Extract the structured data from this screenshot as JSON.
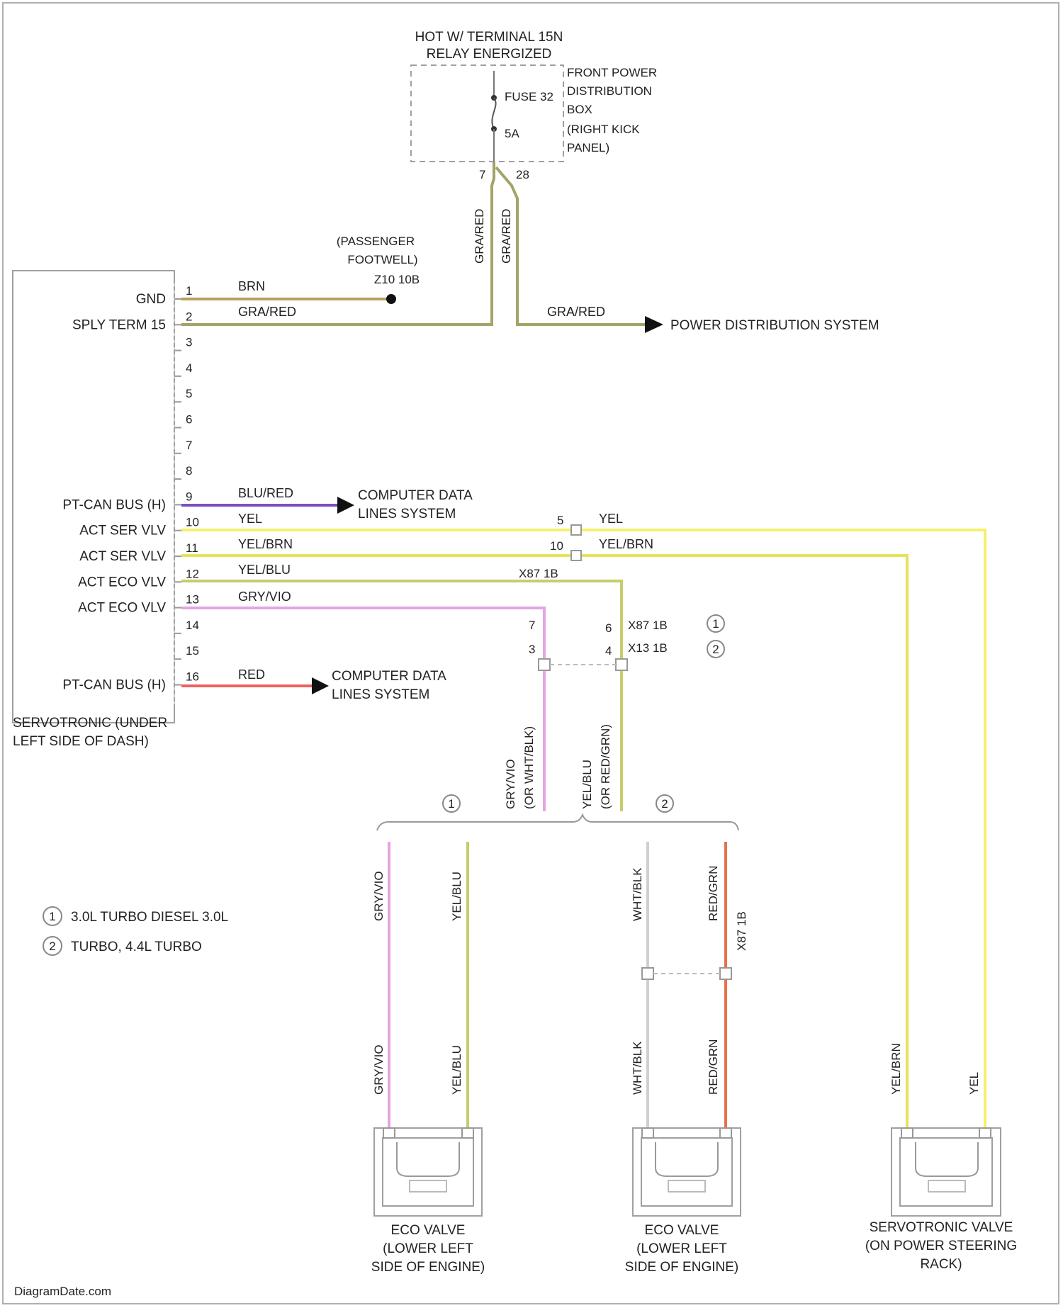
{
  "source": "DiagramDate.com",
  "colors": {
    "brn": "#b8a060",
    "gra_red": "#a3a36a",
    "blu_red": "#7b4fc0",
    "yel": "#f4f16a",
    "yel_brn": "#e6e35a",
    "yel_blu": "#c8cc6c",
    "gry_vio": "#e3a5e3",
    "red": "#f06060",
    "red_grn": "#e8704e",
    "wht_blk": "#cfcfcf",
    "box": "#999999"
  },
  "relay": {
    "title": [
      "HOT W/ TERMINAL 15N",
      "RELAY ENERGIZED"
    ],
    "fuse": "FUSE 32",
    "amps": "5A",
    "pin_left": "7",
    "pin_right": "28",
    "location": [
      "FRONT POWER",
      "DISTRIBUTION",
      "BOX",
      "(RIGHT KICK",
      "PANEL)"
    ]
  },
  "ground": {
    "location": [
      "(PASSENGER",
      "FOOTWELL)"
    ],
    "id": "Z10 10B"
  },
  "module": {
    "name": [
      "SERVOTRONIC (UNDER",
      "LEFT SIDE OF DASH)"
    ],
    "pins": [
      {
        "n": "1",
        "label": "GND"
      },
      {
        "n": "2",
        "label": "SPLY TERM 15"
      },
      {
        "n": "3",
        "label": ""
      },
      {
        "n": "4",
        "label": ""
      },
      {
        "n": "5",
        "label": ""
      },
      {
        "n": "6",
        "label": ""
      },
      {
        "n": "7",
        "label": ""
      },
      {
        "n": "8",
        "label": ""
      },
      {
        "n": "9",
        "label": "PT-CAN BUS (H)"
      },
      {
        "n": "10",
        "label": "ACT SER VLV"
      },
      {
        "n": "11",
        "label": "ACT SER VLV"
      },
      {
        "n": "12",
        "label": "ACT ECO VLV"
      },
      {
        "n": "13",
        "label": "ACT ECO VLV"
      },
      {
        "n": "14",
        "label": ""
      },
      {
        "n": "15",
        "label": ""
      },
      {
        "n": "16",
        "label": "PT-CAN BUS (H)"
      }
    ]
  },
  "wires": {
    "w1": "BRN",
    "w2": "GRA/RED",
    "w9": "BLU/RED",
    "w10": "YEL",
    "w11": "YEL/BRN",
    "w12": "YEL/BLU",
    "w13": "GRY/VIO",
    "w16": "RED",
    "riser_left": "GRA/RED",
    "riser_right": "GRA/RED",
    "to_pds": "GRA/RED",
    "yel_right": "YEL",
    "yelbrn_right": "YEL/BRN"
  },
  "destinations": {
    "pds": "POWER DISTRIBUTION SYSTEM",
    "can_h": [
      "COMPUTER DATA",
      "LINES SYSTEM"
    ],
    "can_l": [
      "COMPUTER DATA",
      "LINES SYSTEM"
    ]
  },
  "connectors": {
    "c1_pin_a": "5",
    "c1_pin_b": "10",
    "x87": "X87 1B",
    "pin_7": "7",
    "pin_3": "3",
    "pin_6": "6",
    "pin_4": "4",
    "x87b": "X87 1B",
    "x13": "X13 1B",
    "x87c": "X87 1B"
  },
  "notes": {
    "n1": "1",
    "n2": "2",
    "n1_text": "3.0L TURBO DIESEL 3.0L",
    "n2_text": "TURBO, 4.4L TURBO"
  },
  "branch_wires": {
    "bw_left_top": [
      "GRY/VIO",
      "(OR WHT/BLK)"
    ],
    "bw_right_top": [
      "YEL/BLU",
      "(OR RED/GRN)"
    ],
    "v1a": "GRY/VIO",
    "v1b": "YEL/BLU",
    "v2a": "WHT/BLK",
    "v2b": "RED/GRN",
    "v1a_low": "GRY/VIO",
    "v1b_low": "YEL/BLU",
    "v2a_low": "WHT/BLK",
    "v2b_low": "RED/GRN",
    "sv_a": "YEL/BRN",
    "sv_b": "YEL"
  },
  "components": {
    "eco1": [
      "ECO VALVE",
      "(LOWER LEFT",
      "SIDE OF ENGINE)"
    ],
    "eco2": [
      "ECO VALVE",
      "(LOWER LEFT",
      "SIDE OF ENGINE)"
    ],
    "servo": [
      "SERVOTRONIC VALVE",
      "(ON POWER STEERING",
      "RACK)"
    ]
  }
}
